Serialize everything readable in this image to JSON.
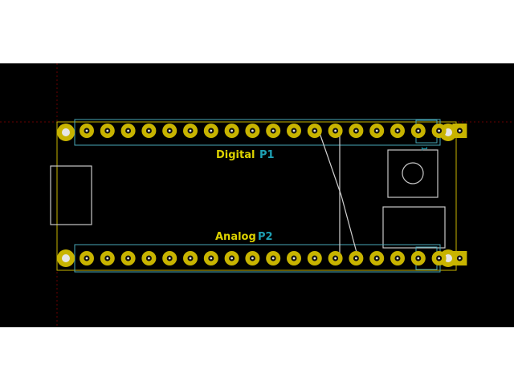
{
  "labels": {
    "digital_value": "Digital",
    "digital_ref": "P1",
    "analog_value": "Analog",
    "analog_ref": "P2",
    "pin1_marker": "1"
  },
  "colors": {
    "background": "#000000",
    "copper": "#c8b400",
    "silkscreen": "#c8c8c8",
    "courtyard": "#48a8b8",
    "value_text": "#dcd200",
    "ref_text": "#1ea0b4",
    "drill": "#e6e6e6",
    "origin_marker": "#aa0000"
  },
  "headers": {
    "p1_pad_count": 19,
    "p2_pad_count": 19
  },
  "icons": {
    "pad": "through-hole-pad",
    "drill": "drill-hole"
  }
}
